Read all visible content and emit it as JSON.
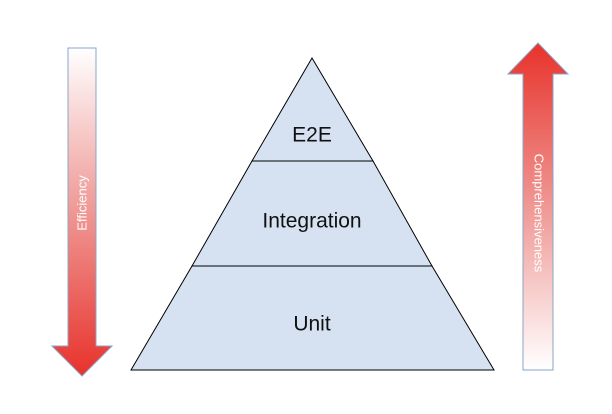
{
  "pyramid": {
    "tiers": [
      {
        "label": "E2E"
      },
      {
        "label": "Integration"
      },
      {
        "label": "Unit"
      }
    ],
    "fill_color": "#d6e2f1",
    "outline_color": "#000000"
  },
  "arrows": {
    "left": {
      "label": "Efficiency",
      "direction": "down",
      "color": "#e8322b"
    },
    "right": {
      "label": "Comprehensiveness",
      "direction": "up",
      "color": "#e8322b"
    }
  }
}
